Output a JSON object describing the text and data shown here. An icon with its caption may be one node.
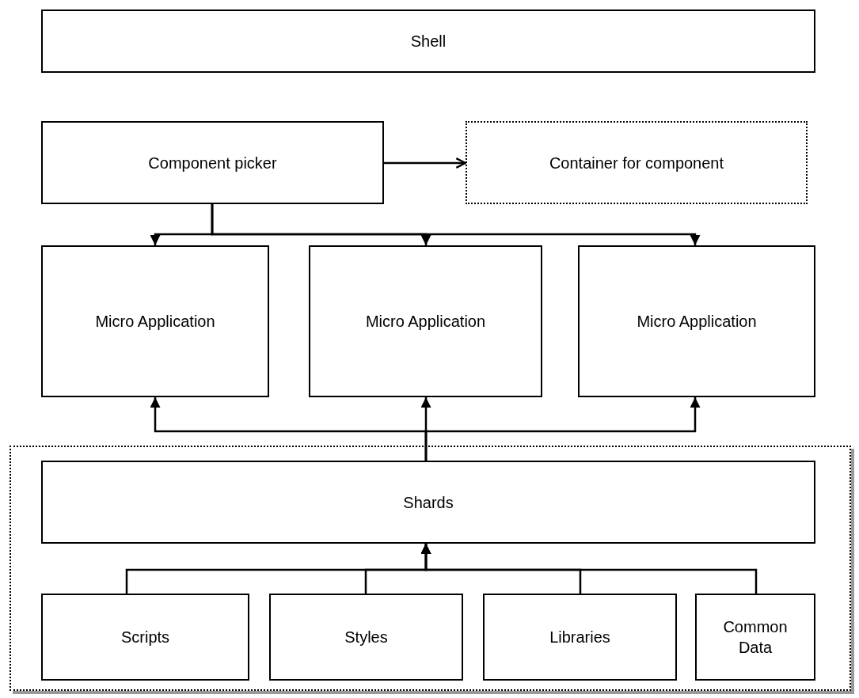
{
  "diagram": {
    "nodes": [
      {
        "text": [
          "Shell"
        ]
      },
      {
        "text": [
          "Component picker"
        ]
      },
      {
        "text": [
          "Container for component"
        ]
      },
      {
        "text": [
          "Micro Application"
        ]
      },
      {
        "text": [
          "Micro Application"
        ]
      },
      {
        "text": [
          "Micro Application"
        ]
      },
      {
        "text": [],
        "shape": "box"
      },
      {
        "text": [
          "Shards"
        ],
        "in": 6
      },
      {
        "text": [
          "Scripts"
        ],
        "in": 6
      },
      {
        "text": [
          "Styles"
        ],
        "in": 6
      },
      {
        "text": [
          "Libraries"
        ],
        "in": 6
      },
      {
        "text": [
          "Common Data"
        ],
        "in": 6
      }
    ],
    "edges": [
      {
        "from": 1,
        "to": 2,
        "arrow": "to"
      },
      {
        "from": 1,
        "to": 3,
        "arrow": "to"
      },
      {
        "from": 1,
        "to": 4,
        "arrow": "to"
      },
      {
        "from": 1,
        "to": 5,
        "arrow": "to"
      },
      {
        "from": 7,
        "to": 3,
        "arrow": "to"
      },
      {
        "from": 7,
        "to": 4,
        "arrow": "to"
      },
      {
        "from": 7,
        "to": 5,
        "arrow": "to"
      },
      {
        "from": 8,
        "to": 7,
        "arrow": "to"
      },
      {
        "from": 9,
        "to": 7,
        "arrow": "to"
      },
      {
        "from": 10,
        "to": 7,
        "arrow": "to"
      },
      {
        "from": 11,
        "to": 7,
        "arrow": "to"
      }
    ]
  }
}
